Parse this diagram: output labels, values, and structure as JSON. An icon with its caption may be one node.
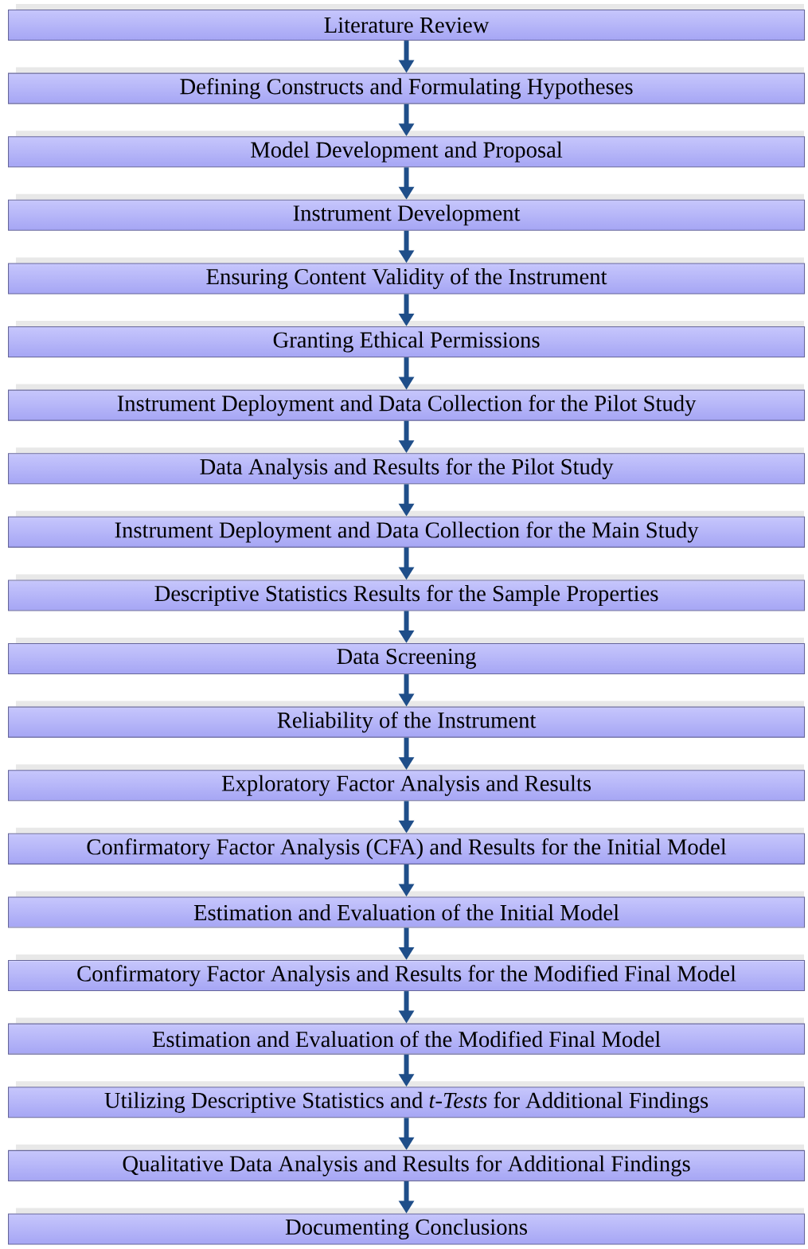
{
  "diagram": {
    "nodes": [
      {
        "text": [
          "Literature Review"
        ]
      },
      {
        "text": [
          "Defining Constructs and Formulating Hypotheses"
        ]
      },
      {
        "text": [
          "Model Development and Proposal"
        ]
      },
      {
        "text": [
          "Instrument Development"
        ]
      },
      {
        "text": [
          "Ensuring Content Validity of the Instrument"
        ]
      },
      {
        "text": [
          "Granting Ethical Permissions"
        ]
      },
      {
        "text": [
          "Instrument Deployment and Data Collection for the Pilot Study"
        ]
      },
      {
        "text": [
          "Data Analysis and Results for the Pilot Study"
        ]
      },
      {
        "text": [
          "Instrument Deployment and Data Collection for the Main Study"
        ]
      },
      {
        "text": [
          "Descriptive Statistics Results for the Sample Properties"
        ]
      },
      {
        "text": [
          "Data Screening"
        ]
      },
      {
        "text": [
          "Reliability of the Instrument"
        ]
      },
      {
        "text": [
          "Exploratory Factor Analysis and Results"
        ]
      },
      {
        "text": [
          "Confirmatory Factor Analysis (CFA) and Results for the Initial Model"
        ]
      },
      {
        "text": [
          "Estimation and Evaluation of the Initial Model"
        ]
      },
      {
        "text": [
          "Confirmatory Factor Analysis and Results for the Modified Final Model"
        ]
      },
      {
        "text": [
          "Estimation and Evaluation of the Modified Final Model"
        ]
      },
      {
        "text": [
          "Utilizing Descriptive Statistics and *t-Tests* for Additional Findings"
        ]
      },
      {
        "text": [
          "Qualitative Data Analysis and Results for Additional Findings"
        ]
      },
      {
        "text": [
          "Documenting Conclusions"
        ]
      }
    ],
    "edges": [
      {
        "from": 0,
        "to": 1,
        "arrow": "to"
      },
      {
        "from": 1,
        "to": 2,
        "arrow": "to"
      },
      {
        "from": 2,
        "to": 3,
        "arrow": "to"
      },
      {
        "from": 3,
        "to": 4,
        "arrow": "to"
      },
      {
        "from": 4,
        "to": 5,
        "arrow": "to"
      },
      {
        "from": 5,
        "to": 6,
        "arrow": "to"
      },
      {
        "from": 6,
        "to": 7,
        "arrow": "to"
      },
      {
        "from": 7,
        "to": 8,
        "arrow": "to"
      },
      {
        "from": 8,
        "to": 9,
        "arrow": "to"
      },
      {
        "from": 9,
        "to": 10,
        "arrow": "to"
      },
      {
        "from": 10,
        "to": 11,
        "arrow": "to"
      },
      {
        "from": 11,
        "to": 12,
        "arrow": "to"
      },
      {
        "from": 12,
        "to": 13,
        "arrow": "to"
      },
      {
        "from": 13,
        "to": 14,
        "arrow": "to"
      },
      {
        "from": 14,
        "to": 15,
        "arrow": "to"
      },
      {
        "from": 15,
        "to": 16,
        "arrow": "to"
      },
      {
        "from": 16,
        "to": 17,
        "arrow": "to"
      },
      {
        "from": 17,
        "to": 18,
        "arrow": "to"
      },
      {
        "from": 18,
        "to": 19,
        "arrow": "to"
      }
    ]
  }
}
